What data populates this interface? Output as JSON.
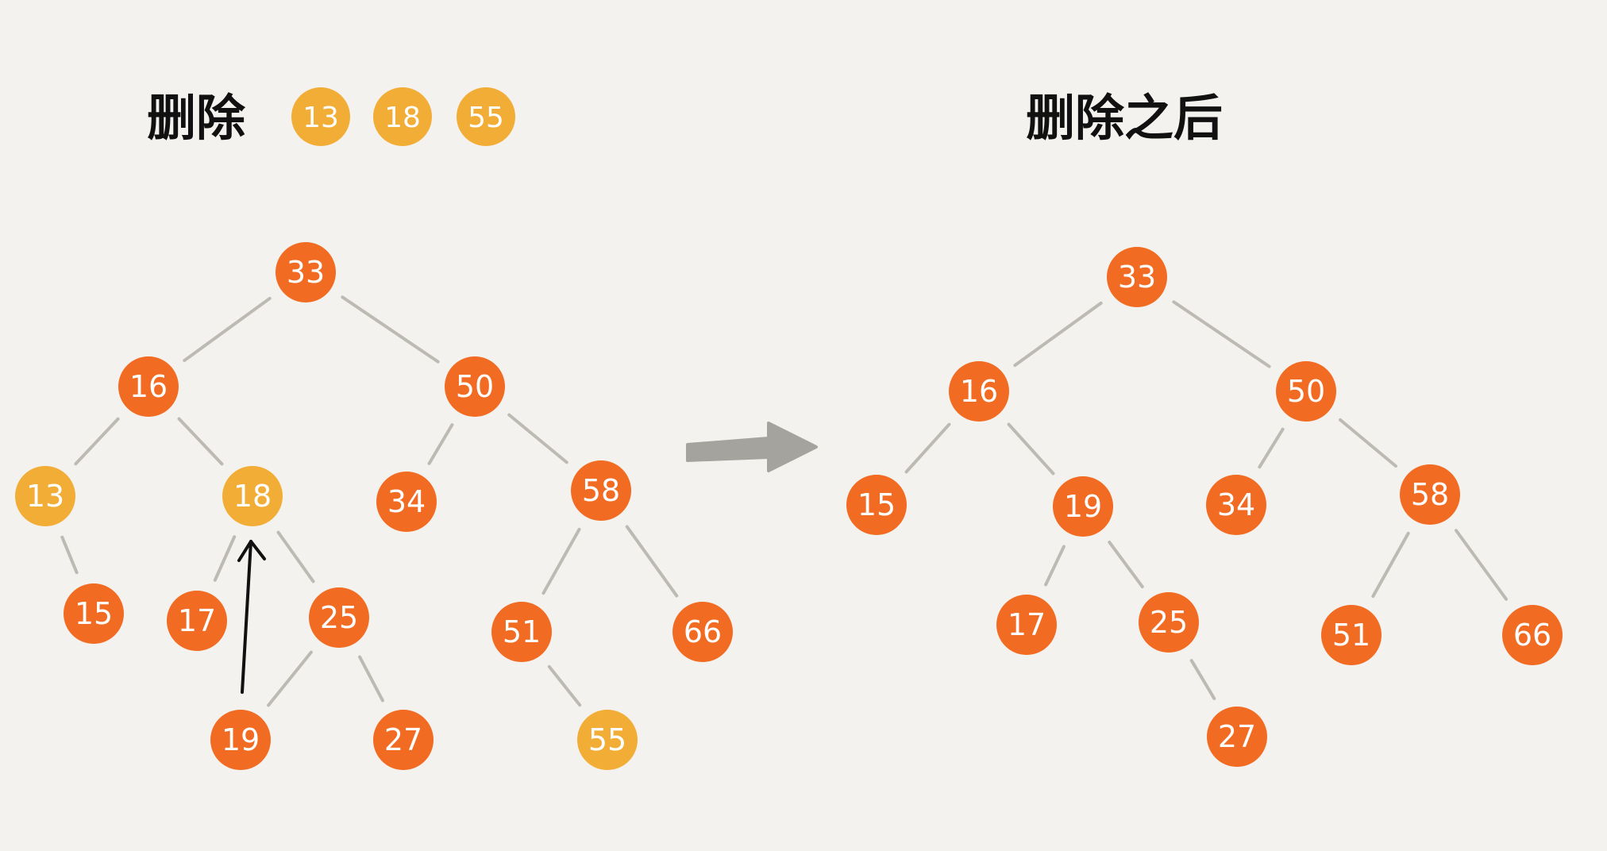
{
  "left_panel": {
    "title": "删除",
    "deleted_keys": [
      "13",
      "18",
      "55"
    ]
  },
  "right_panel": {
    "title": "删除之后"
  },
  "colors": {
    "background": "#f4f2ee",
    "node_normal": "#f26b22",
    "node_deleted": "#f2ad37",
    "node_text": "#ffffff",
    "edge": "#bdbab4",
    "arrow": "#a5a39e",
    "pointer": "#111111",
    "title_text": "#111111"
  },
  "tree_before": {
    "nodes": [
      {
        "id": "n33",
        "label": "33",
        "state": "normal"
      },
      {
        "id": "n16",
        "label": "16",
        "state": "normal"
      },
      {
        "id": "n50",
        "label": "50",
        "state": "normal"
      },
      {
        "id": "n13",
        "label": "13",
        "state": "deleted"
      },
      {
        "id": "n18",
        "label": "18",
        "state": "deleted"
      },
      {
        "id": "n34",
        "label": "34",
        "state": "normal"
      },
      {
        "id": "n58",
        "label": "58",
        "state": "normal"
      },
      {
        "id": "n15",
        "label": "15",
        "state": "normal"
      },
      {
        "id": "n17",
        "label": "17",
        "state": "normal"
      },
      {
        "id": "n25",
        "label": "25",
        "state": "normal"
      },
      {
        "id": "n51",
        "label": "51",
        "state": "normal"
      },
      {
        "id": "n66",
        "label": "66",
        "state": "normal"
      },
      {
        "id": "n19",
        "label": "19",
        "state": "normal"
      },
      {
        "id": "n27",
        "label": "27",
        "state": "normal"
      },
      {
        "id": "n55",
        "label": "55",
        "state": "deleted"
      }
    ],
    "edges": [
      [
        "n33",
        "n16"
      ],
      [
        "n33",
        "n50"
      ],
      [
        "n16",
        "n13"
      ],
      [
        "n16",
        "n18"
      ],
      [
        "n50",
        "n34"
      ],
      [
        "n50",
        "n58"
      ],
      [
        "n13",
        "n15"
      ],
      [
        "n18",
        "n17"
      ],
      [
        "n18",
        "n25"
      ],
      [
        "n58",
        "n51"
      ],
      [
        "n58",
        "n66"
      ],
      [
        "n25",
        "n19"
      ],
      [
        "n25",
        "n27"
      ],
      [
        "n51",
        "n55"
      ]
    ],
    "pointer": {
      "from": "n19",
      "to": "n18"
    }
  },
  "tree_after": {
    "nodes": [
      {
        "id": "a33",
        "label": "33",
        "state": "normal"
      },
      {
        "id": "a16",
        "label": "16",
        "state": "normal"
      },
      {
        "id": "a50",
        "label": "50",
        "state": "normal"
      },
      {
        "id": "a15",
        "label": "15",
        "state": "normal"
      },
      {
        "id": "a19",
        "label": "19",
        "state": "normal"
      },
      {
        "id": "a34",
        "label": "34",
        "state": "normal"
      },
      {
        "id": "a58",
        "label": "58",
        "state": "normal"
      },
      {
        "id": "a17",
        "label": "17",
        "state": "normal"
      },
      {
        "id": "a25",
        "label": "25",
        "state": "normal"
      },
      {
        "id": "a51",
        "label": "51",
        "state": "normal"
      },
      {
        "id": "a66",
        "label": "66",
        "state": "normal"
      },
      {
        "id": "a27",
        "label": "27",
        "state": "normal"
      }
    ],
    "edges": [
      [
        "a33",
        "a16"
      ],
      [
        "a33",
        "a50"
      ],
      [
        "a16",
        "a15"
      ],
      [
        "a16",
        "a19"
      ],
      [
        "a50",
        "a34"
      ],
      [
        "a50",
        "a58"
      ],
      [
        "a19",
        "a17"
      ],
      [
        "a19",
        "a25"
      ],
      [
        "a58",
        "a51"
      ],
      [
        "a58",
        "a66"
      ],
      [
        "a25",
        "a27"
      ]
    ]
  }
}
